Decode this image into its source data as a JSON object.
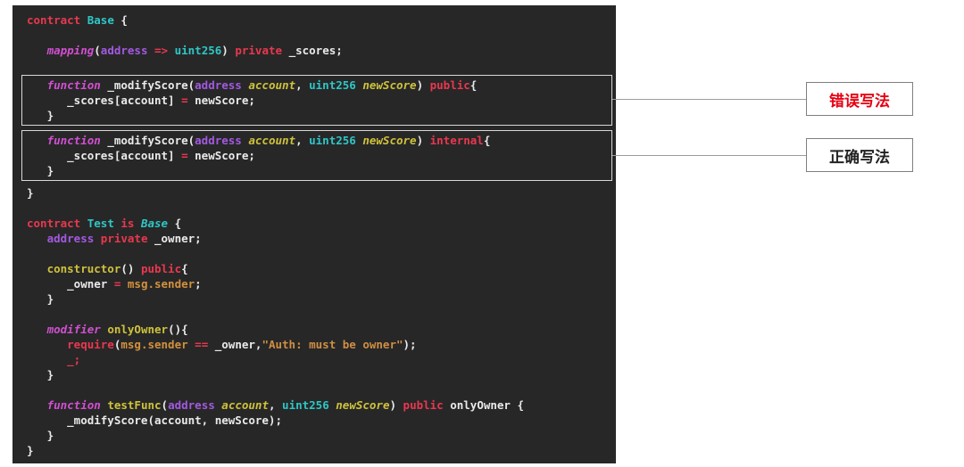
{
  "palette": {
    "pl": "#eaeaea",
    "kw": "#e8384f",
    "decl": "#d24fd2",
    "ctype": "#2fc6c6",
    "ctypei": "#2fc6c6",
    "ptype": "#a259e0",
    "param": "#cfc23c",
    "fname": "#cfc23c",
    "orange": "#d2913e",
    "str": "#cf8e44",
    "background": "#272727",
    "box_border": "#d8d8d8"
  },
  "code": {
    "language": "solidity",
    "groups": [
      {
        "name": "base-header",
        "boxed": false,
        "lines": [
          [
            {
              "t": "contract",
              "c": "kw"
            },
            {
              "t": " ",
              "c": "pl"
            },
            {
              "t": "Base",
              "c": "ctype"
            },
            {
              "t": " {",
              "c": "pl"
            }
          ],
          [],
          [
            {
              "t": "   ",
              "c": "pl"
            },
            {
              "t": "mapping",
              "c": "decl"
            },
            {
              "t": "(",
              "c": "pl"
            },
            {
              "t": "address",
              "c": "ptype"
            },
            {
              "t": " ",
              "c": "pl"
            },
            {
              "t": "=>",
              "c": "kw"
            },
            {
              "t": " ",
              "c": "pl"
            },
            {
              "t": "uint256",
              "c": "ctype"
            },
            {
              "t": ") ",
              "c": "pl"
            },
            {
              "t": "private",
              "c": "kw"
            },
            {
              "t": " _scores;",
              "c": "pl"
            }
          ],
          []
        ]
      },
      {
        "name": "wrong-function",
        "boxed": true,
        "lines": [
          [
            {
              "t": "   ",
              "c": "pl"
            },
            {
              "t": "function",
              "c": "decl"
            },
            {
              "t": " _modifyScore(",
              "c": "pl"
            },
            {
              "t": "address",
              "c": "ptype"
            },
            {
              "t": " ",
              "c": "pl"
            },
            {
              "t": "account",
              "c": "param"
            },
            {
              "t": ", ",
              "c": "pl"
            },
            {
              "t": "uint256",
              "c": "ctype"
            },
            {
              "t": " ",
              "c": "pl"
            },
            {
              "t": "newScore",
              "c": "param"
            },
            {
              "t": ") ",
              "c": "pl"
            },
            {
              "t": "public",
              "c": "kw"
            },
            {
              "t": "{",
              "c": "pl"
            }
          ],
          [
            {
              "t": "      _scores[account] ",
              "c": "pl"
            },
            {
              "t": "=",
              "c": "kw"
            },
            {
              "t": " newScore;",
              "c": "pl"
            }
          ],
          [
            {
              "t": "   }",
              "c": "pl"
            }
          ]
        ]
      },
      {
        "name": "correct-function",
        "boxed": true,
        "lines": [
          [
            {
              "t": "   ",
              "c": "pl"
            },
            {
              "t": "function",
              "c": "decl"
            },
            {
              "t": " _modifyScore(",
              "c": "pl"
            },
            {
              "t": "address",
              "c": "ptype"
            },
            {
              "t": " ",
              "c": "pl"
            },
            {
              "t": "account",
              "c": "param"
            },
            {
              "t": ", ",
              "c": "pl"
            },
            {
              "t": "uint256",
              "c": "ctype"
            },
            {
              "t": " ",
              "c": "pl"
            },
            {
              "t": "newScore",
              "c": "param"
            },
            {
              "t": ") ",
              "c": "pl"
            },
            {
              "t": "internal",
              "c": "kw"
            },
            {
              "t": "{",
              "c": "pl"
            }
          ],
          [
            {
              "t": "      _scores[account] ",
              "c": "pl"
            },
            {
              "t": "=",
              "c": "kw"
            },
            {
              "t": " newScore;",
              "c": "pl"
            }
          ],
          [
            {
              "t": "   }",
              "c": "pl"
            }
          ]
        ]
      },
      {
        "name": "base-close",
        "boxed": false,
        "lines": [
          [
            {
              "t": "}",
              "c": "pl"
            }
          ],
          []
        ]
      },
      {
        "name": "test-contract",
        "boxed": false,
        "lines": [
          [
            {
              "t": "contract",
              "c": "kw"
            },
            {
              "t": " ",
              "c": "pl"
            },
            {
              "t": "Test",
              "c": "ctype"
            },
            {
              "t": " ",
              "c": "pl"
            },
            {
              "t": "is",
              "c": "kw"
            },
            {
              "t": " ",
              "c": "pl"
            },
            {
              "t": "Base",
              "c": "ctypei"
            },
            {
              "t": " {",
              "c": "pl"
            }
          ],
          [
            {
              "t": "   ",
              "c": "pl"
            },
            {
              "t": "address",
              "c": "ptype"
            },
            {
              "t": " ",
              "c": "pl"
            },
            {
              "t": "private",
              "c": "kw"
            },
            {
              "t": " _owner;",
              "c": "pl"
            }
          ],
          [],
          [
            {
              "t": "   ",
              "c": "pl"
            },
            {
              "t": "constructor",
              "c": "fname"
            },
            {
              "t": "() ",
              "c": "pl"
            },
            {
              "t": "public",
              "c": "kw"
            },
            {
              "t": "{",
              "c": "pl"
            }
          ],
          [
            {
              "t": "      _owner ",
              "c": "pl"
            },
            {
              "t": "=",
              "c": "kw"
            },
            {
              "t": " ",
              "c": "pl"
            },
            {
              "t": "msg.sender",
              "c": "orange"
            },
            {
              "t": ";",
              "c": "pl"
            }
          ],
          [
            {
              "t": "   }",
              "c": "pl"
            }
          ],
          [],
          [
            {
              "t": "   ",
              "c": "pl"
            },
            {
              "t": "modifier",
              "c": "decl"
            },
            {
              "t": " ",
              "c": "pl"
            },
            {
              "t": "onlyOwner",
              "c": "fname"
            },
            {
              "t": "(){",
              "c": "pl"
            }
          ],
          [
            {
              "t": "      ",
              "c": "pl"
            },
            {
              "t": "require",
              "c": "kw"
            },
            {
              "t": "(",
              "c": "pl"
            },
            {
              "t": "msg.sender",
              "c": "orange"
            },
            {
              "t": " ",
              "c": "pl"
            },
            {
              "t": "==",
              "c": "kw"
            },
            {
              "t": " _owner,",
              "c": "pl"
            },
            {
              "t": "\"Auth: must be owner\"",
              "c": "str"
            },
            {
              "t": ");",
              "c": "pl"
            }
          ],
          [
            {
              "t": "      ",
              "c": "pl"
            },
            {
              "t": "_;",
              "c": "kw"
            }
          ],
          [
            {
              "t": "   }",
              "c": "pl"
            }
          ],
          [],
          [
            {
              "t": "   ",
              "c": "pl"
            },
            {
              "t": "function",
              "c": "decl"
            },
            {
              "t": " ",
              "c": "pl"
            },
            {
              "t": "testFunc",
              "c": "fname"
            },
            {
              "t": "(",
              "c": "pl"
            },
            {
              "t": "address",
              "c": "ptype"
            },
            {
              "t": " ",
              "c": "pl"
            },
            {
              "t": "account",
              "c": "param"
            },
            {
              "t": ", ",
              "c": "pl"
            },
            {
              "t": "uint256",
              "c": "ctype"
            },
            {
              "t": " ",
              "c": "pl"
            },
            {
              "t": "newScore",
              "c": "param"
            },
            {
              "t": ") ",
              "c": "pl"
            },
            {
              "t": "public",
              "c": "kw"
            },
            {
              "t": " onlyOwner {",
              "c": "pl"
            }
          ],
          [
            {
              "t": "      _modifyScore(account, newScore);",
              "c": "pl"
            }
          ],
          [
            {
              "t": "   }",
              "c": "pl"
            }
          ],
          [
            {
              "t": "}",
              "c": "pl"
            }
          ]
        ]
      }
    ]
  },
  "annotations": [
    {
      "label": "错误写法",
      "color": "#e60012"
    },
    {
      "label": "正确写法",
      "color": "#222222"
    }
  ]
}
